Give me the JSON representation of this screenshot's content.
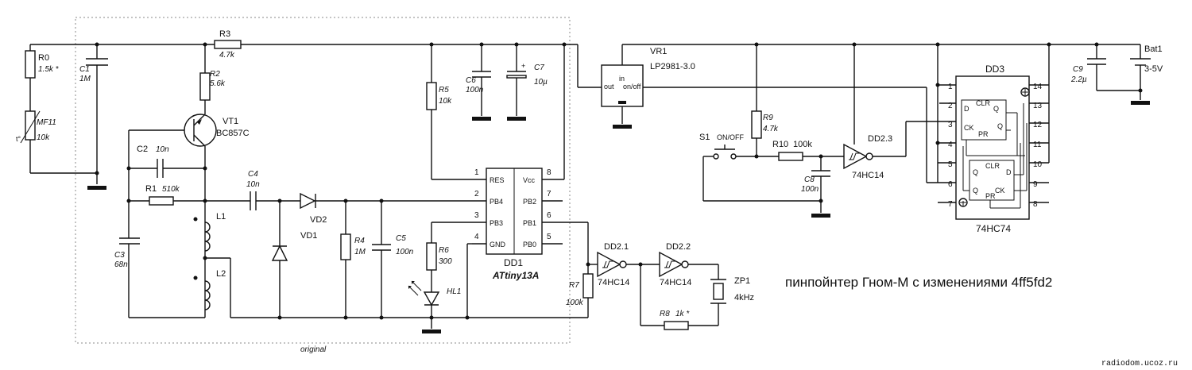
{
  "title": "пинпойнтер Гном-М с изменениями 4ff5fd2",
  "watermark": "radiodom.ucoz.ru",
  "original_label": "original",
  "components": {
    "R0": {
      "ref": "R0",
      "value": "1.5k *"
    },
    "MF11": {
      "ref": "MF11",
      "value": "10k",
      "sym": "t°"
    },
    "C1": {
      "ref": "C1",
      "value": "1M"
    },
    "R3": {
      "ref": "R3",
      "value": "4.7k"
    },
    "R2": {
      "ref": "R2",
      "value": "5.6k"
    },
    "VT1": {
      "ref": "VT1",
      "value": "BC857C"
    },
    "C2": {
      "ref": "C2",
      "value": "10n"
    },
    "R1": {
      "ref": "R1",
      "value": "510k"
    },
    "C3": {
      "ref": "C3",
      "value": "68n"
    },
    "L1": {
      "ref": "L1"
    },
    "L2": {
      "ref": "L2"
    },
    "C4": {
      "ref": "C4",
      "value": "10n"
    },
    "VD2": {
      "ref": "VD2"
    },
    "VD1": {
      "ref": "VD1"
    },
    "R4": {
      "ref": "R4",
      "value": "1M"
    },
    "C5": {
      "ref": "C5",
      "value": "100n"
    },
    "R5": {
      "ref": "R5",
      "value": "10k"
    },
    "C6": {
      "ref": "C6",
      "value": "100n"
    },
    "C7": {
      "ref": "C7",
      "value": "10µ",
      "polarity": "+"
    },
    "R6": {
      "ref": "R6",
      "value": "300"
    },
    "HL1": {
      "ref": "HL1"
    },
    "R7": {
      "ref": "R7",
      "value": "100k"
    },
    "DD2_1": {
      "ref": "DD2.1",
      "value": "74HC14"
    },
    "DD2_2": {
      "ref": "DD2.2",
      "value": "74HC14"
    },
    "DD2_3": {
      "ref": "DD2.3",
      "value": "74HC14"
    },
    "ZP1": {
      "ref": "ZP1",
      "value": "4kHz"
    },
    "R8": {
      "ref": "R8",
      "value": "1k *"
    },
    "VR1": {
      "ref": "VR1",
      "value": "LP2981-3.0",
      "pin_in": "in",
      "pin_out": "out",
      "pin_onoff": "on/off"
    },
    "R9": {
      "ref": "R9",
      "value": "4.7k"
    },
    "S1": {
      "ref": "S1",
      "value": "ON/OFF"
    },
    "R10": {
      "ref": "R10",
      "value": "100k"
    },
    "C8": {
      "ref": "C8",
      "value": "100n"
    },
    "C9": {
      "ref": "C9",
      "value": "2.2µ"
    },
    "Bat1": {
      "ref": "Bat1",
      "value": "3-5V"
    }
  },
  "dd1": {
    "ref": "DD1",
    "part": "ATtiny13A",
    "left_pins": [
      {
        "num": "1",
        "name": "RES"
      },
      {
        "num": "2",
        "name": "PB4"
      },
      {
        "num": "3",
        "name": "PB3"
      },
      {
        "num": "4",
        "name": "GND"
      }
    ],
    "right_pins": [
      {
        "num": "8",
        "name": "Vcc"
      },
      {
        "num": "7",
        "name": "PB2"
      },
      {
        "num": "6",
        "name": "PB1"
      },
      {
        "num": "5",
        "name": "PB0"
      }
    ]
  },
  "dd3": {
    "ref": "DD3",
    "part": "74HC74",
    "left_pins": [
      "1",
      "2",
      "3",
      "4",
      "5",
      "6",
      "7"
    ],
    "right_pins": [
      "14",
      "13",
      "12",
      "11",
      "10",
      "9",
      "8"
    ],
    "ff_labels": {
      "clr": "CLR",
      "d": "D",
      "ck": "CK",
      "pr": "PR",
      "q": "Q",
      "qn": "Q"
    }
  }
}
